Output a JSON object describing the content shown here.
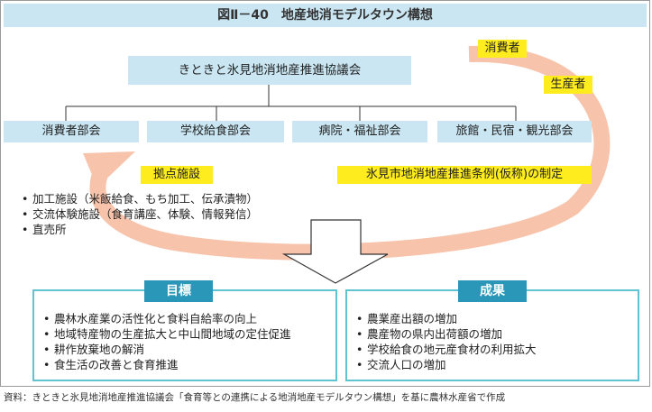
{
  "title": "図Ⅱ－40　地産地消モデルタウン構想",
  "council": "きときと氷見地消地産推進協議会",
  "subcommittees": [
    "消費者部会",
    "学校給食部会",
    "病院・福祉部会",
    "旅館・民宿・観光部会"
  ],
  "arrow_labels": {
    "consumers": "消費者",
    "producers": "生産者"
  },
  "facilities": {
    "label": "拠点施設",
    "items": [
      "加工施設（米飯給食、もち加工、伝承漬物）",
      "交流体験施設（食育講座、体験、情報発信）",
      "直売所"
    ]
  },
  "ordinance": "氷見市地消地産推進条例(仮称)の制定",
  "goals": {
    "label": "目標",
    "items": [
      "農林水産業の活性化と食料自給率の向上",
      "地域特産物の生産拡大と中山間地域の定住促進",
      "耕作放棄地の解消",
      "食生活の改善と食育推進"
    ]
  },
  "results": {
    "label": "成果",
    "items": [
      "農業産出額の増加",
      "農産物の県内出荷額の増加",
      "学校給食の地元産食材の利用拡大",
      "交流人口の増加"
    ]
  },
  "source": "資料：きときと氷見地消地産推進協議会「食育等との連携による地消地産モデルタウン構想」を基に農林水産省で作成",
  "colors": {
    "light_blue": "#c9e6f2",
    "yellow": "#ffec1e",
    "cycle_arrow": "#f7c3aa",
    "panel_border": "#5fc4cf",
    "label_fill": "#2a97b9"
  }
}
